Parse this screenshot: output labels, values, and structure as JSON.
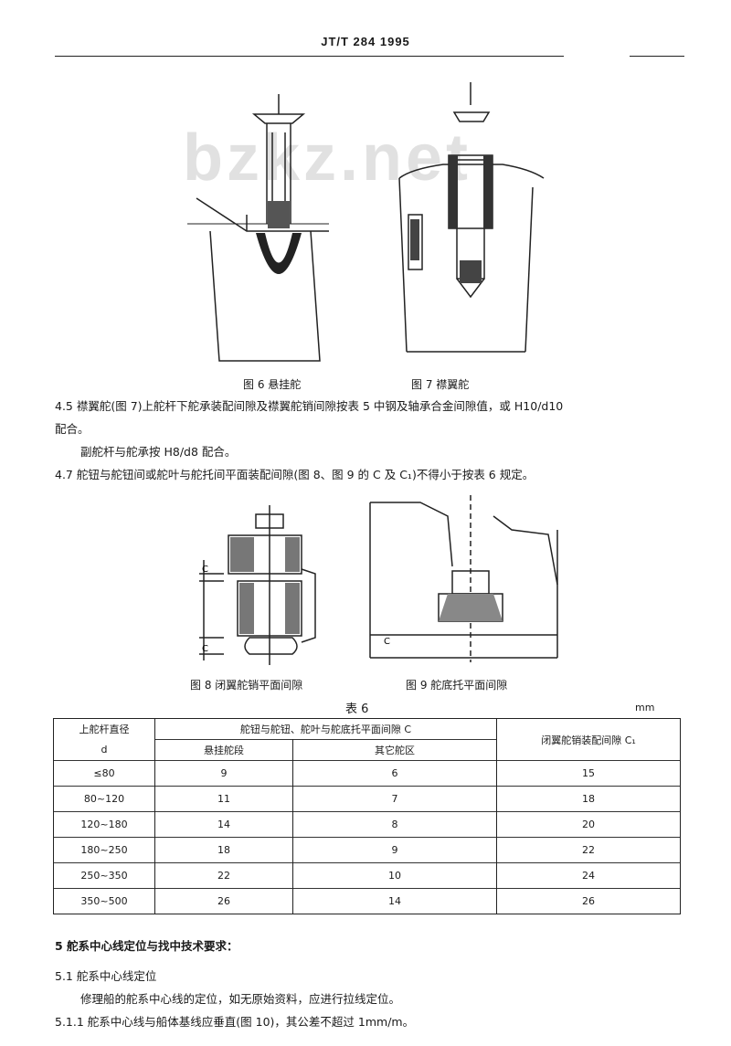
{
  "header": {
    "standard": "JT/T 284 1995"
  },
  "watermark": "bzkz.net",
  "figures": {
    "fig6": "图 6  悬挂舵",
    "fig7": "图 7  襟翼舵",
    "fig8": "图 8  闭翼舵销平面间隙",
    "fig9": "图 9  舵底托平面间隙"
  },
  "paragraphs": {
    "p45_a": "4.5  襟翼舵(图 7)上舵杆下舵承装配间隙及襟翼舵销间隙按表 5 中钢及轴承合金间隙值，或 H10/d10",
    "p45_b": "配合。",
    "p45_c": "副舵杆与舵承按 H8/d8 配合。",
    "p47": "4.7  舵钮与舵钮间或舵叶与舵托间平面装配间隙(图 8、图 9 的 C 及 C₁)不得小于按表 6 规定。"
  },
  "table": {
    "title": "表  6",
    "unit": "mm",
    "col_diameter": "上舵杆直径",
    "col_diameter_sym": "d",
    "col_c_group": "舵钮与舵钮、舵叶与舵底托平面间隙 C",
    "col_c_suspended": "悬挂舵段",
    "col_c_other": "其它舵区",
    "col_c1": "闭翼舵销装配间隙 C₁",
    "rows": [
      {
        "d": "≤80",
        "c_susp": "9",
        "c_other": "6",
        "c1": "15"
      },
      {
        "d": "80~120",
        "c_susp": "11",
        "c_other": "7",
        "c1": "18"
      },
      {
        "d": "120~180",
        "c_susp": "14",
        "c_other": "8",
        "c1": "20"
      },
      {
        "d": "180~250",
        "c_susp": "18",
        "c_other": "9",
        "c1": "22"
      },
      {
        "d": "250~350",
        "c_susp": "22",
        "c_other": "10",
        "c1": "24"
      },
      {
        "d": "350~500",
        "c_susp": "26",
        "c_other": "14",
        "c1": "26"
      }
    ]
  },
  "section5": {
    "title": "5  舵系中心线定位与找中技术要求：",
    "s51": "5.1  舵系中心线定位",
    "s51_body": "修理船的舵系中心线的定位，如无原始资料，应进行拉线定位。",
    "s511": "5.1.1  舵系中心线与船体基线应垂直(图 10)，其公差不超过 1mm/m。"
  }
}
